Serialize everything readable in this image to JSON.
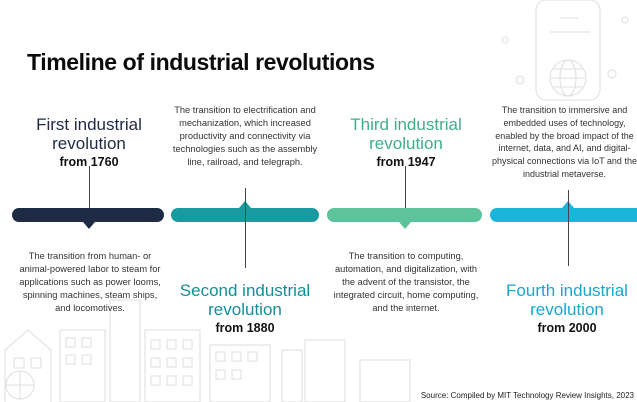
{
  "title": "Timeline of industrial revolutions",
  "stages": [
    {
      "name": "First industrial revolution",
      "year_label": "from 1760",
      "description": "The transition from human- or animal-powered labor to steam for applications such as power looms, spinning machines, steam ships, and locomotives.",
      "color": "#1f2a44",
      "name_color": "#1f2a44"
    },
    {
      "name": "Second industrial revolution",
      "year_label": "from 1880",
      "description": "The transition to electrification and mechanization, which increased productivity and connectivity via technologies such as the assembly line, railroad, and telegraph.",
      "color": "#1a9aa0",
      "name_color": "#138f96"
    },
    {
      "name": "Third industrial revolution",
      "year_label": "from 1947",
      "description": "The transition to computing, automation, and digitalization, with the advent of the transistor, the integrated circuit, home computing, and the internet.",
      "color": "#5cc39a",
      "name_color": "#3fae88"
    },
    {
      "name": "Fourth industrial revolution",
      "year_label": "from 2000",
      "description": "The transition to immersive and embedded uses of technology, enabled by the broad impact of the internet, data, and AI, and digital-physical connections via IoT and the industrial metaverse.",
      "color": "#19b6da",
      "name_color": "#1aa6cf"
    }
  ],
  "source": "Source: Compiled by MIT Technology Review Insights, 2023"
}
